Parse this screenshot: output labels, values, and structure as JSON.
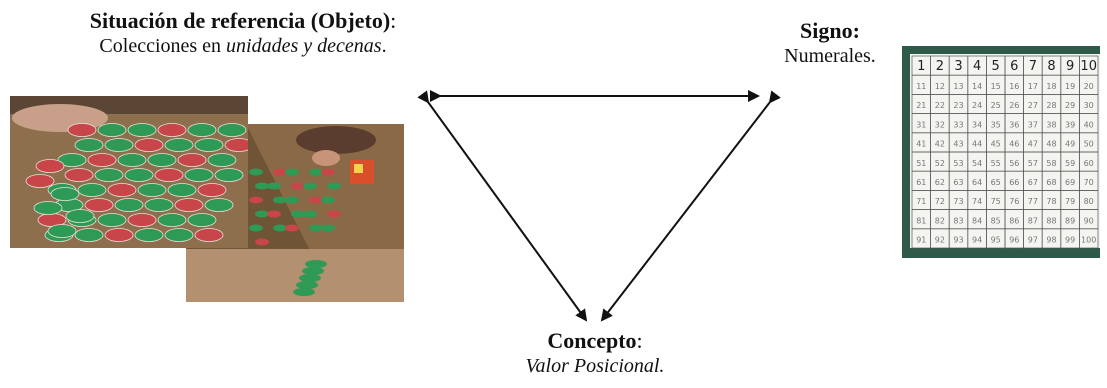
{
  "objeto": {
    "heading": "Situación de referencia (Objeto)",
    "colon": ":",
    "desc_plain": "Colecciones en ",
    "desc_italic": "unidades y decenas",
    "desc_end": "."
  },
  "signo": {
    "heading": "Signo:",
    "desc": "Numerales."
  },
  "concepto": {
    "heading": "Concepto",
    "colon": ":",
    "desc_italic": "Valor Posicional."
  },
  "chart_grid": {
    "rows": [
      [
        "1",
        "2",
        "3",
        "4",
        "5",
        "6",
        "7",
        "8",
        "9",
        "10"
      ],
      [
        "11",
        "12",
        "13",
        "14",
        "15",
        "16",
        "17",
        "18",
        "19",
        "20"
      ],
      [
        "21",
        "22",
        "23",
        "24",
        "25",
        "26",
        "27",
        "28",
        "29",
        "30"
      ],
      [
        "31",
        "32",
        "33",
        "34",
        "35",
        "36",
        "37",
        "38",
        "39",
        "40"
      ],
      [
        "41",
        "42",
        "43",
        "44",
        "45",
        "46",
        "47",
        "48",
        "49",
        "50"
      ],
      [
        "51",
        "52",
        "53",
        "54",
        "55",
        "56",
        "57",
        "58",
        "59",
        "60"
      ],
      [
        "61",
        "62",
        "63",
        "64",
        "65",
        "66",
        "67",
        "68",
        "69",
        "70"
      ],
      [
        "71",
        "72",
        "73",
        "74",
        "75",
        "76",
        "77",
        "78",
        "79",
        "80"
      ],
      [
        "81",
        "82",
        "83",
        "84",
        "85",
        "86",
        "87",
        "88",
        "89",
        "90"
      ],
      [
        "91",
        "92",
        "93",
        "94",
        "95",
        "96",
        "97",
        "98",
        "99",
        "100"
      ]
    ]
  },
  "colors": {
    "chip_red": "#c8454a",
    "chip_green": "#2f9a56",
    "wood": "#9c7b55",
    "chalkboard": "#2f5a4a",
    "arrow": "#111111"
  }
}
